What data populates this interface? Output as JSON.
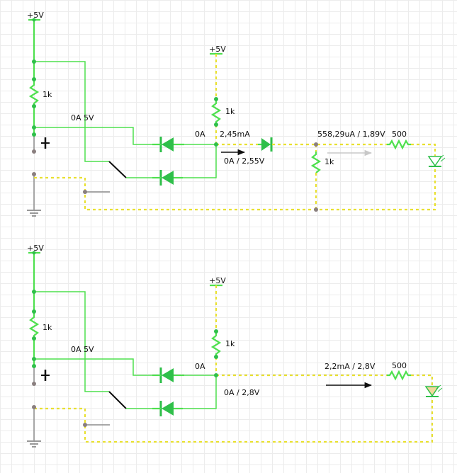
{
  "colors": {
    "wire": "#4ee04e",
    "active_dash": "#e8e030",
    "diode": "#2fbf4a",
    "ground_wire": "#8c8c8c",
    "led_on": "#f2d89c"
  },
  "circuit_top": {
    "supply_left": "+5V",
    "supply_mid": "+5V",
    "r_left": "1k",
    "r_mid": "1k",
    "r_shunt": "1k",
    "r_led": "500",
    "probe_left": "0A  5V",
    "probe_mid_left": "0A",
    "probe_mid_right": "2,45mA",
    "probe_below": "0A / 2,55V",
    "probe_led": "558,29uA / 1,89V"
  },
  "circuit_bottom": {
    "supply_left": "+5V",
    "supply_mid": "+5V",
    "r_left": "1k",
    "r_mid": "1k",
    "r_led": "500",
    "probe_left": "0A  5V",
    "probe_mid_left": "0A",
    "probe_below": "0A / 2,8V",
    "probe_led": "2,2mA / 2,8V"
  }
}
